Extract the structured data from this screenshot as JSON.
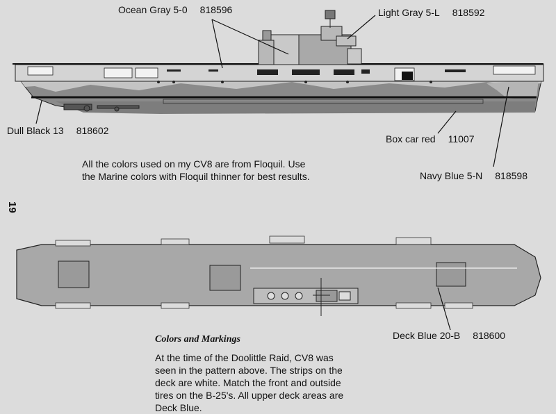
{
  "labels": {
    "ocean_gray": {
      "name": "Ocean Gray 5-0",
      "code": "818596"
    },
    "light_gray": {
      "name": "Light Gray 5-L",
      "code": "818592"
    },
    "dull_black": {
      "name": "Dull Black 13",
      "code": "818602"
    },
    "box_car_red": {
      "name": "Box car red",
      "code": "11007"
    },
    "navy_blue": {
      "name": "Navy Blue 5-N",
      "code": "818598"
    },
    "deck_blue": {
      "name": "Deck Blue 20-B",
      "code": "818600"
    }
  },
  "intro_text": [
    "All the colors used on my CV8 are from Floquil.  Use",
    "the Marine colors with Floquil thinner for best results."
  ],
  "page_number": "19",
  "section": {
    "heading": "Colors and Markings",
    "body": [
      "At the time of the Doolittle Raid, CV8 was",
      "seen in the pattern above.  The strips on the",
      "deck are white.   Match the front and outside",
      "tires on the B-25's.   All upper deck areas are",
      "Deck Blue."
    ]
  },
  "colors": {
    "ocean_gray": "#9b9b9b",
    "light_gray": "#c8c8c8",
    "navy_blue": "#6f6f6f",
    "dull_black": "#1a1a1a",
    "deck": "#a8a8a8",
    "page": "#dcdcdc"
  }
}
